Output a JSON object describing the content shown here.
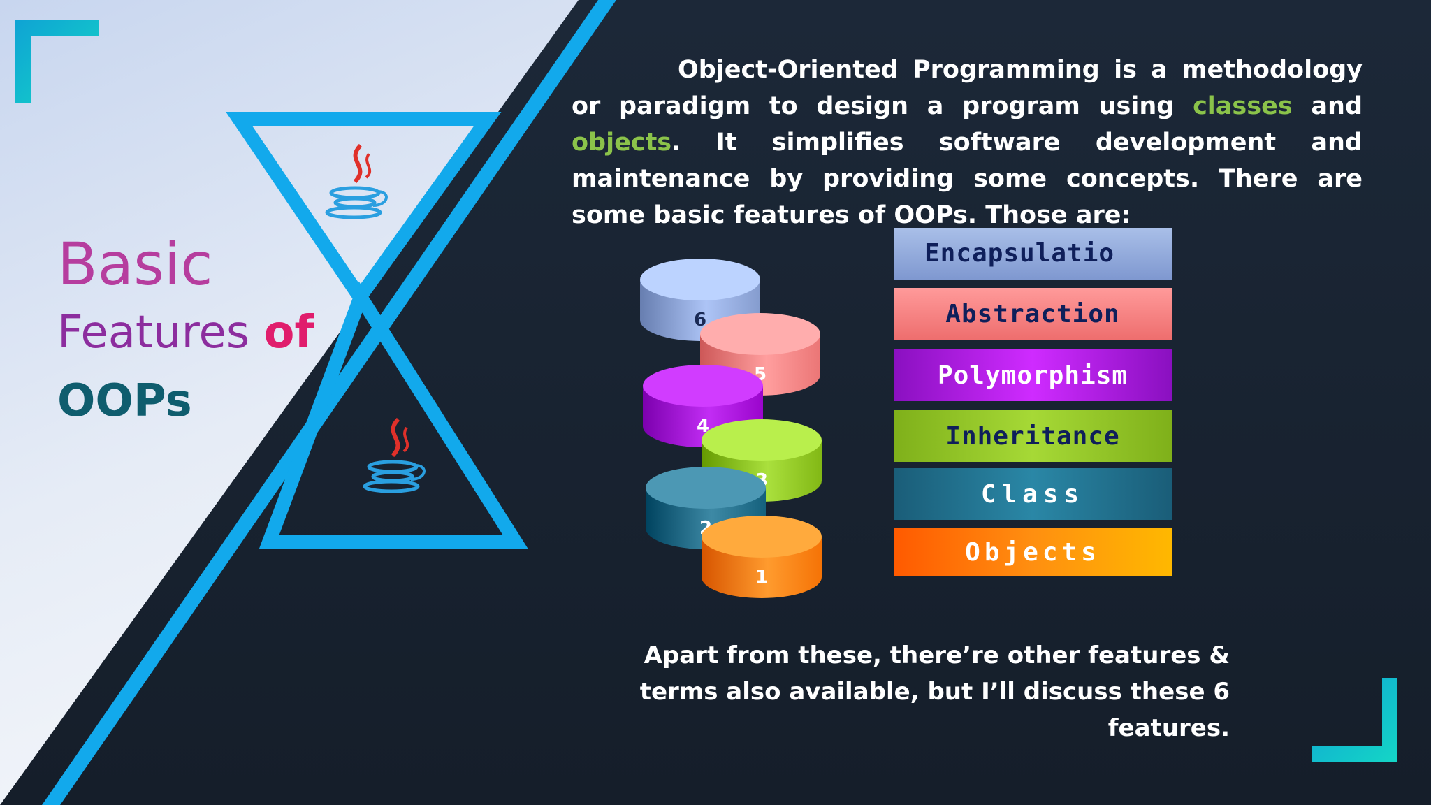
{
  "title": {
    "line1": "Basic",
    "line2": "Features",
    "line2_of": "of",
    "line3": "OOPs"
  },
  "intro": {
    "part1": "Object-Oriented Programming is a methodology or paradigm to design a program using ",
    "kw1": "classes",
    "mid": " and ",
    "kw2": "objects",
    "part2": ". It simplifies software development and maintenance by providing some concepts. There are some basic features of OOPs. Those are:"
  },
  "features": [
    {
      "label": "Encapsulatio n",
      "number": "6",
      "color": "#8fa6d8"
    },
    {
      "label": "Abstraction",
      "number": "5",
      "color": "#f58080"
    },
    {
      "label": "Polymorphism",
      "number": "4",
      "color": "#a40fd6"
    },
    {
      "label": "Inheritance",
      "number": "3",
      "color": "#8cc21f"
    },
    {
      "label": "Class",
      "number": "2",
      "color": "#1f6b87"
    },
    {
      "label": "Objects",
      "number": "1",
      "color": "#ff7d10"
    }
  ],
  "footer": {
    "line1": "Apart from these, there’re other features &",
    "line2": "terms also available, but I’ll discuss these 6 features."
  },
  "colors": {
    "accent": "#12a9ec",
    "background": "#1b2634",
    "keyword": "#8bc34a"
  },
  "icons": [
    "java-logo-icon",
    "corner-bracket-icon"
  ]
}
